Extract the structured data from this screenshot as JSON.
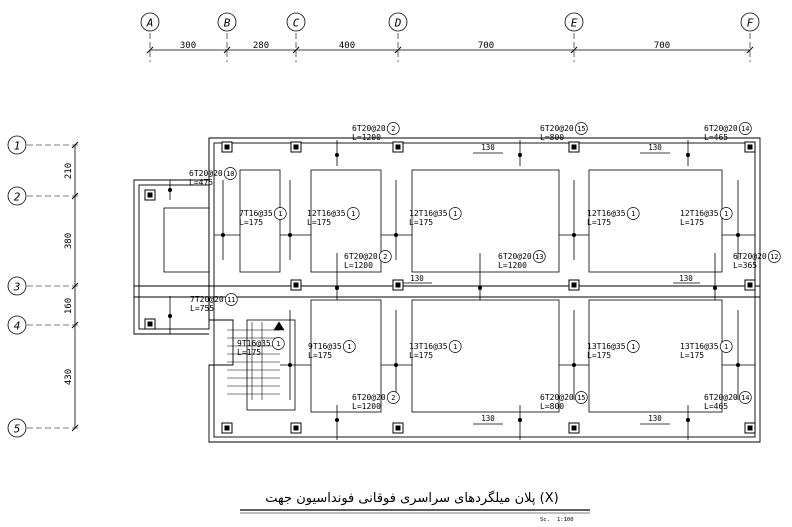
{
  "title": "پلان میلگردهای سراسری فوقانی فونداسیون جهت (X)",
  "scale_prefix": "Sc.",
  "scale": "1:100",
  "grid": {
    "columns": [
      "A",
      "B",
      "C",
      "D",
      "E",
      "F"
    ],
    "column_spacings": [
      "300",
      "280",
      "400",
      "700",
      "700"
    ],
    "rows": [
      "1",
      "2",
      "3",
      "4",
      "5"
    ],
    "row_spacings": [
      "210",
      "380",
      "160",
      "430"
    ]
  },
  "rebar_labels": [
    {
      "spec": "6T20@20",
      "len": "L=1200",
      "tag": "2"
    },
    {
      "spec": "6T20@20",
      "len": "L=800",
      "tag": "15"
    },
    {
      "spec": "6T20@20",
      "len": "L=465",
      "tag": "14"
    },
    {
      "spec": "6T20@20",
      "len": "L=475",
      "tag": "10"
    },
    {
      "spec": "7T16@35",
      "len": "L=175",
      "tag": "1"
    },
    {
      "spec": "12T16@35",
      "len": "L=175",
      "tag": "1"
    },
    {
      "spec": "12T16@35",
      "len": "L=175",
      "tag": "1"
    },
    {
      "spec": "12T16@35",
      "len": "L=175",
      "tag": "1"
    },
    {
      "spec": "12T16@35",
      "len": "L=175",
      "tag": "1"
    },
    {
      "spec": "6T20@20",
      "len": "L=1200",
      "tag": "2"
    },
    {
      "spec": "6T20@20",
      "len": "L=1200",
      "tag": "13"
    },
    {
      "spec": "6T20@20",
      "len": "L=365",
      "tag": "12"
    },
    {
      "spec": "7T20@20",
      "len": "L=755",
      "tag": "11"
    },
    {
      "spec": "9T16@35",
      "len": "L=175",
      "tag": "1"
    },
    {
      "spec": "9T16@35",
      "len": "L=175",
      "tag": "1"
    },
    {
      "spec": "13T16@35",
      "len": "L=175",
      "tag": "1"
    },
    {
      "spec": "13T16@35",
      "len": "L=175",
      "tag": "1"
    },
    {
      "spec": "13T16@35",
      "len": "L=175",
      "tag": "1"
    },
    {
      "spec": "6T20@20",
      "len": "L=1200",
      "tag": "2"
    },
    {
      "spec": "6T20@20",
      "len": "L=800",
      "tag": "15"
    },
    {
      "spec": "6T20@20",
      "len": "L=465",
      "tag": "14"
    }
  ],
  "dimension_notes": [
    "130",
    "130",
    "130",
    "130",
    "130",
    "130"
  ]
}
